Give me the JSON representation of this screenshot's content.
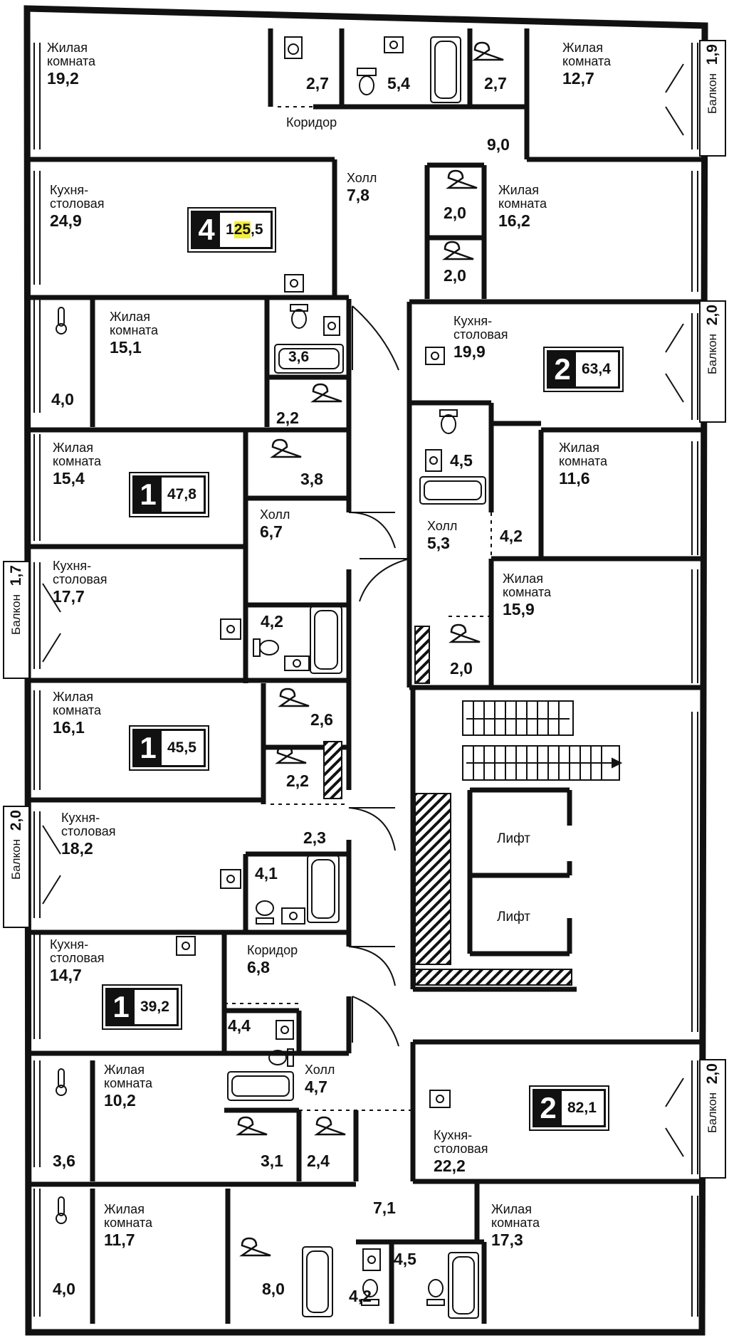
{
  "apartments": [
    {
      "rooms": "4",
      "total": "125,5",
      "highlight": "25"
    },
    {
      "rooms": "2",
      "total": "63,4"
    },
    {
      "rooms": "1",
      "total": "47,8"
    },
    {
      "rooms": "1",
      "total": "45,5"
    },
    {
      "rooms": "1",
      "total": "39,2"
    },
    {
      "rooms": "2",
      "total": "82,1"
    }
  ],
  "rooms": [
    {
      "name": "Жилая\nкомната",
      "area": "19,2"
    },
    {
      "name": "Жилая\nкомната",
      "area": "12,7"
    },
    {
      "name": "Коридор",
      "area": ""
    },
    {
      "name": "Кухня-\nстоловая",
      "area": "24,9"
    },
    {
      "name": "Холл",
      "area": "7,8"
    },
    {
      "name": "Жилая\nкомната",
      "area": "16,2"
    },
    {
      "name": "Жилая\nкомната",
      "area": "15,1"
    },
    {
      "name": "Кухня-\nстоловая",
      "area": "19,9"
    },
    {
      "name": "Жилая\nкомната",
      "area": "15,4"
    },
    {
      "name": "Жилая\nкомната",
      "area": "11,6"
    },
    {
      "name": "Холл",
      "area": "6,7"
    },
    {
      "name": "Холл",
      "area": "5,3"
    },
    {
      "name": "Кухня-\nстоловая",
      "area": "17,7"
    },
    {
      "name": "Жилая\nкомната",
      "area": "15,9"
    },
    {
      "name": "Жилая\nкомната",
      "area": "16,1"
    },
    {
      "name": "Кухня-\nстоловая",
      "area": "18,2"
    },
    {
      "name": "Кухня-\nстоловая",
      "area": "14,7"
    },
    {
      "name": "Коридор",
      "area": "6,8"
    },
    {
      "name": "Жилая\nкомната",
      "area": "10,2"
    },
    {
      "name": "Холл",
      "area": "4,7"
    },
    {
      "name": "Кухня-\nстоловая",
      "area": "22,2"
    },
    {
      "name": "Жилая\nкомната",
      "area": "11,7"
    },
    {
      "name": "Жилая\nкомната",
      "area": "17,3"
    }
  ],
  "small_areas": [
    "2,7",
    "5,4",
    "2,7",
    "9,0",
    "2,0",
    "2,0",
    "3,6",
    "4,0",
    "2,2",
    "4,5",
    "3,8",
    "4,2",
    "4,2",
    "2,0",
    "2,6",
    "2,2",
    "2,3",
    "4,1",
    "4,4",
    "3,6",
    "3,1",
    "2,4",
    "7,1",
    "4,0",
    "8,0",
    "4,5",
    "4,2"
  ],
  "balconies": [
    {
      "label": "Балкон",
      "area": "1,9"
    },
    {
      "label": "Балкон",
      "area": "2,0"
    },
    {
      "label": "Балкон",
      "area": "1,7"
    },
    {
      "label": "Балкон",
      "area": "2,0"
    },
    {
      "label": "Балкон",
      "area": "2,0"
    }
  ],
  "lifts": [
    {
      "label": "Лифт"
    },
    {
      "label": "Лифт"
    }
  ],
  "icons": [
    "washing-machine-icon",
    "toilet-icon",
    "bathtub-icon",
    "sink-icon",
    "hanger-icon",
    "radiator-thermometer-icon",
    "stairs-icon",
    "door-swing-icon"
  ]
}
